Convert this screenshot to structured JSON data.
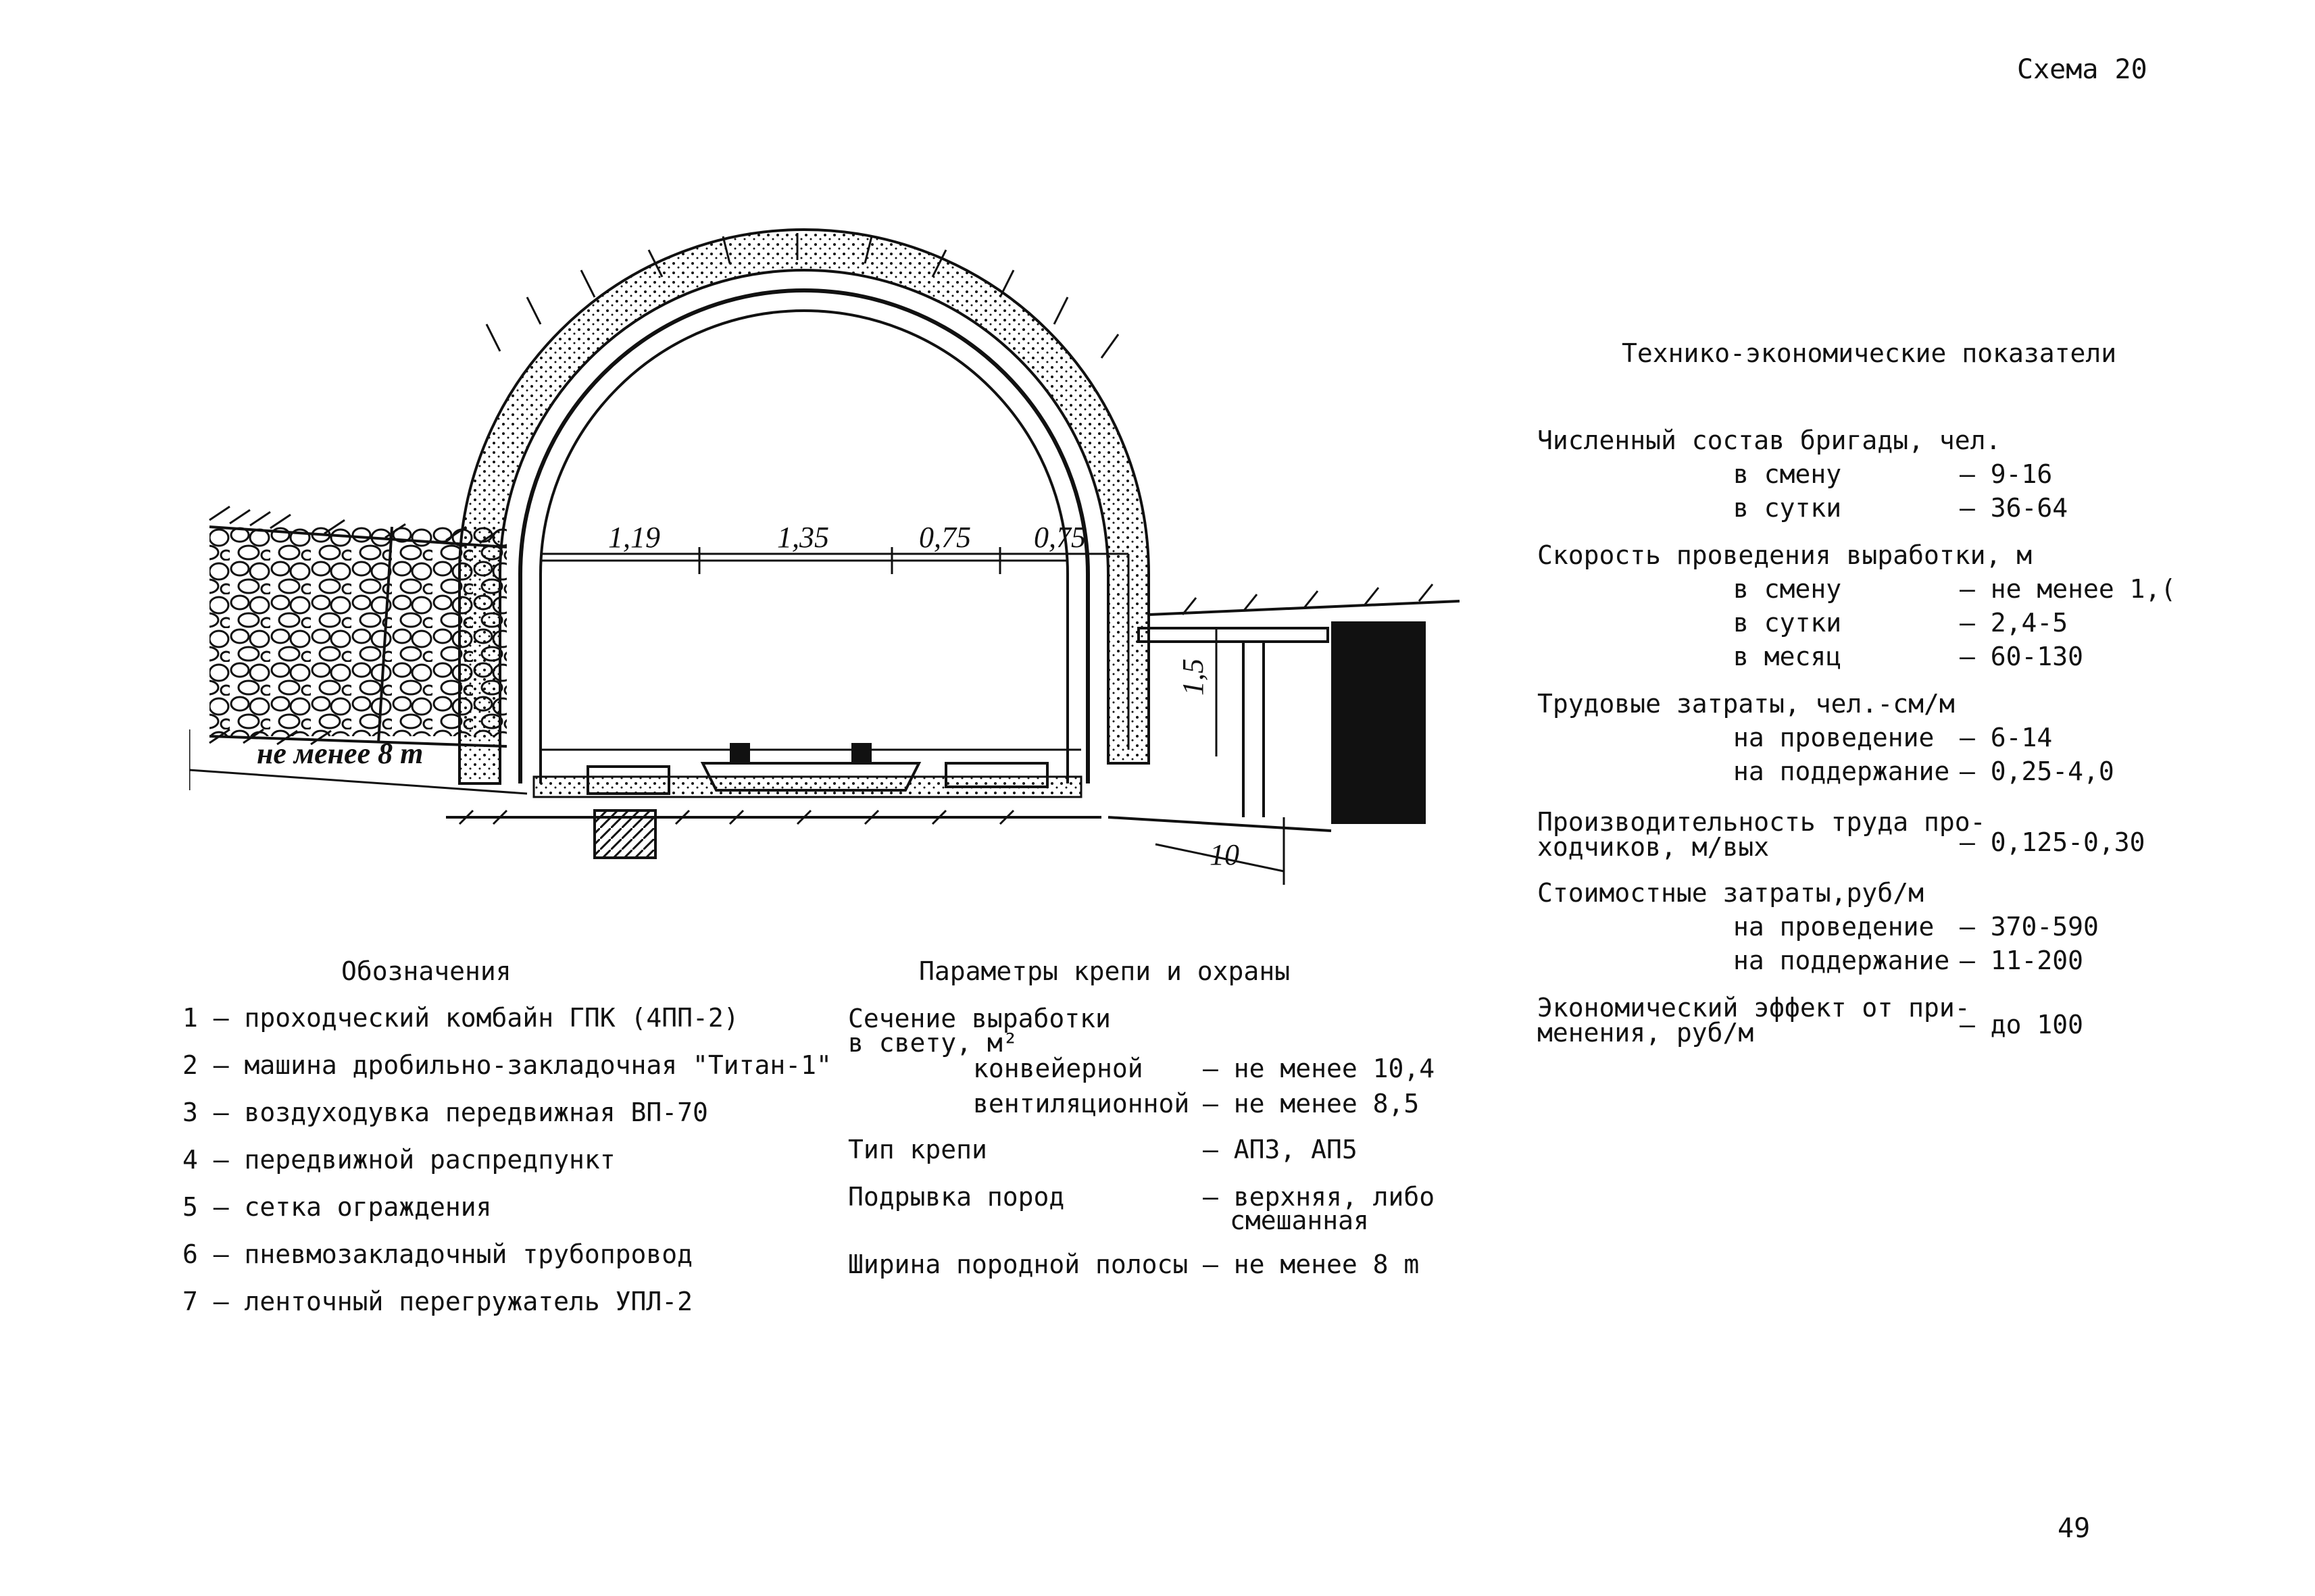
{
  "scheme_label": "Схема 20",
  "page_number": "49",
  "drawing": {
    "dims": [
      "1,19",
      "1,35",
      "0,75",
      "0,75"
    ],
    "height_dim": "1,5",
    "width_bottom": "10",
    "strip_label": "не менее 8 m"
  },
  "legend": {
    "title": "Обозначения",
    "items": [
      "1 – проходческий комбайн ГПК (4ПП-2)",
      "2 – машина дробильно-закладочная \"Титан-1\"",
      "3 – воздуходувка передвижная ВП-70",
      "4 – передвижной распредпункт",
      "5 – сетка ограждения",
      "6 – пневмозакладочный трубопровод",
      "7 – ленточный перегружатель УПЛ-2"
    ]
  },
  "params": {
    "title": "Параметры крепи и охраны",
    "section_label": "Сечение выработки в свету, м²",
    "conveyor_label": "конвейерной",
    "conveyor_value": "– не менее 10,4",
    "vent_label": "вентиляционной",
    "vent_value": "– не менее 8,5",
    "support_label": "Тип крепи",
    "support_value": "– АП3, АП5",
    "blast_label": "Подрывка пород",
    "blast_value_1": "– верхняя, либо",
    "blast_value_2": "смешанная",
    "strip_label": "Ширина породной полосы",
    "strip_value": "– не менее 8 m"
  },
  "indicators": {
    "title": "Технико-экономические показатели",
    "crew_label": "Численный состав бригады, чел.",
    "crew_shift_label": "в смену",
    "crew_shift_value": "– 9-16",
    "crew_day_label": "в сутки",
    "crew_day_value": "– 36-64",
    "speed_label": "Скорость проведения выработки, м",
    "speed_shift_label": "в смену",
    "speed_shift_value": "– не менее 1,(",
    "speed_day_label": "в сутки",
    "speed_day_value": "– 2,4-5",
    "speed_month_label": "в месяц",
    "speed_month_value": "– 60-130",
    "labor_label": "Трудовые затраты, чел.-см/м",
    "labor_driving_label": "на проведение",
    "labor_driving_value": "– 6-14",
    "labor_maint_label": "на поддержание",
    "labor_maint_value": "– 0,25-4,0",
    "prod_label_1": "Производительность труда про-",
    "prod_label_2": "ходчиков, м/вых",
    "prod_value": "– 0,125-0,30",
    "cost_label": "Стоимостные затраты,руб/м",
    "cost_driving_label": "на проведение",
    "cost_driving_value": "– 370-590",
    "cost_maint_label": "на поддержание",
    "cost_maint_value": "– 11-200",
    "effect_label_1": "Экономический эффект от при-",
    "effect_label_2": "менения, руб/м",
    "effect_value": "– до 100"
  }
}
